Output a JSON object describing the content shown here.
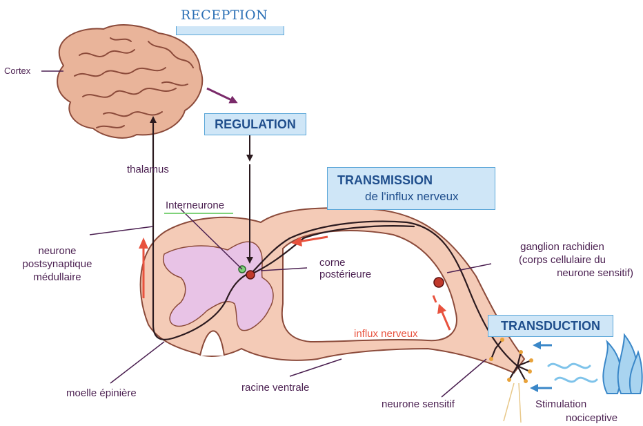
{
  "title": "RECEPTION",
  "boxes": {
    "regulation": "REGULATION",
    "transmission_line1": "TRANSMISSION",
    "transmission_line2": "de l'influx nerveux",
    "transduction": "TRANSDUCTION"
  },
  "labels": {
    "cortex": "Cortex",
    "thalamus": "thalamus",
    "interneurone": "Interneurone",
    "neurone_postsynaptique_1": "neurone",
    "neurone_postsynaptique_2": "postsynaptique",
    "neurone_postsynaptique_3": "médullaire",
    "corne_posterieure_1": "corne",
    "corne_posterieure_2": "postérieure",
    "ganglion_1": "ganglion rachidien",
    "ganglion_2": "(corps cellulaire du",
    "ganglion_3": "neurone sensitif)",
    "influx_nerveux": "influx nerveux",
    "moelle_epiniere": "moelle épinière",
    "racine_ventrale": "racine ventrale",
    "neurone_sensitif": "neurone sensitif",
    "stimulation_1": "Stimulation",
    "stimulation_2": "nociceptive"
  },
  "colors": {
    "label_text": "#4a1f50",
    "box_fill": "#cfe6f7",
    "box_border": "#5aa6d8",
    "box_text": "#1f4e8c",
    "brain_fill": "#e9b49a",
    "cord_fill": "#f4cbb7",
    "grey_matter": "#e8c3e6",
    "nerve_line": "#2b1a1f",
    "arrow_red": "#e8523e",
    "flame_blue": "#3a87c8",
    "wave_blue": "#7ec3ea"
  }
}
